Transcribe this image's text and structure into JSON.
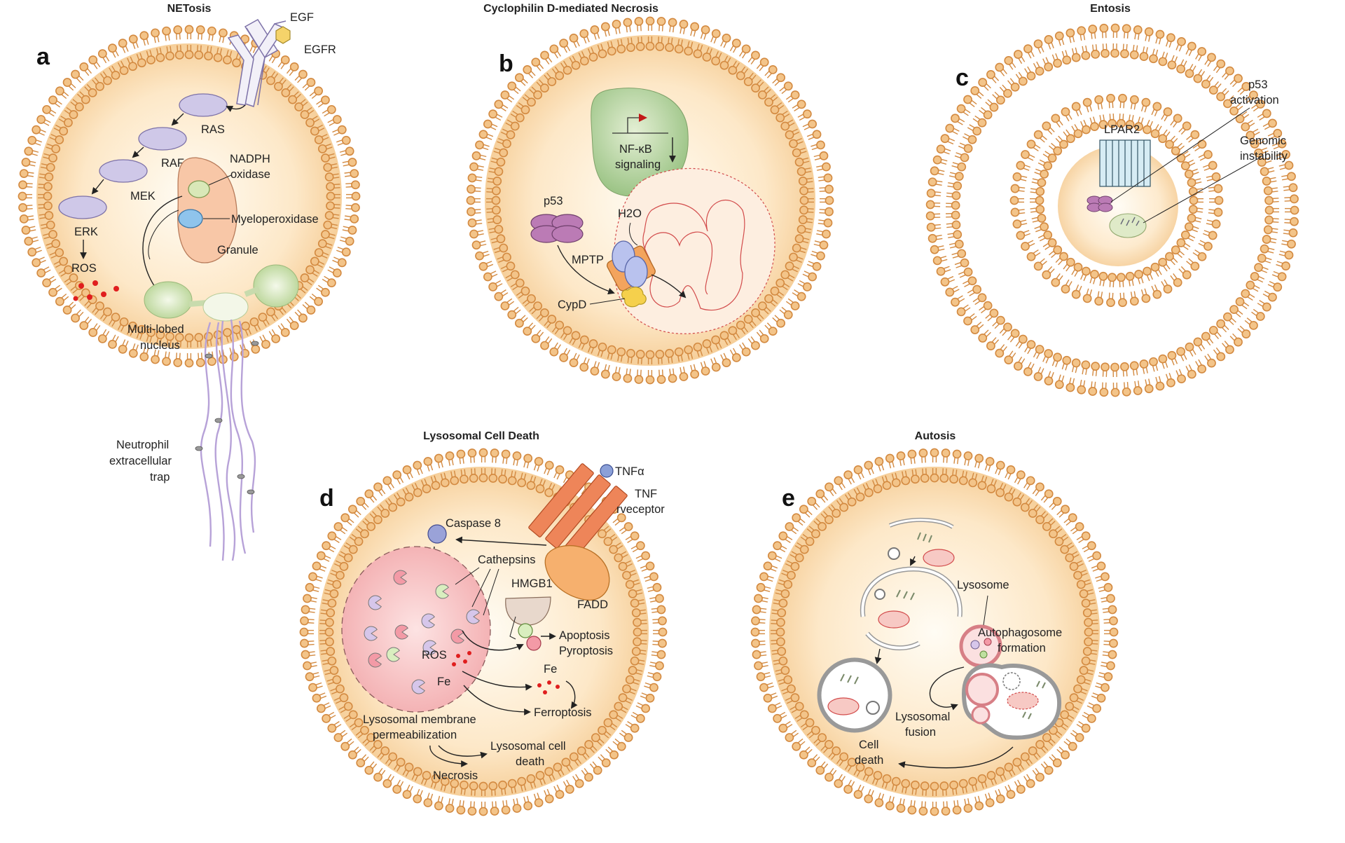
{
  "panels": {
    "a": {
      "letter": "a",
      "title": "NETosis",
      "labels": {
        "egf": "EGF",
        "egfr": "EGFR",
        "ras": "RAS",
        "raf": "RAF",
        "mek": "MEK",
        "erk": "ERK",
        "ros": "ROS",
        "nadph_1": "NADPH",
        "nadph_2": "oxidase",
        "myeloperoxidase": "Myeloperoxidase",
        "granule": "Granule",
        "nucleus_1": "Multi-lobed",
        "nucleus_2": "nucleus",
        "net_1": "Neutrophil",
        "net_2": "extracellular",
        "net_3": "trap"
      }
    },
    "b": {
      "letter": "b",
      "title": "Cyclophilin D-mediated Necrosis",
      "labels": {
        "nfkb_1": "NF-κB",
        "nfkb_2": "signaling",
        "p53": "p53",
        "h2o": "H2O",
        "mptp": "MPTP",
        "cypd": "CypD"
      }
    },
    "c": {
      "letter": "c",
      "title": "Entosis",
      "labels": {
        "lpar2": "LPAR2",
        "p53_1": "p53",
        "p53_2": "activation",
        "genomic_1": "Genomic",
        "genomic_2": "instability"
      }
    },
    "d": {
      "letter": "d",
      "title": "Lysosomal Cell Death",
      "labels": {
        "tnfa": "TNFα",
        "tnf_1": "TNF",
        "tnf_2": "rveceptor",
        "caspase8": "Caspase 8",
        "cathepsins": "Cathepsins",
        "hmgb1": "HMGB1",
        "fadd": "FADD",
        "apoptosis": "Apoptosis",
        "pyroptosis": "Pyroptosis",
        "ros": "ROS",
        "fe_lys": "Fe",
        "fe_out": "Fe",
        "ferroptosis": "Ferroptosis",
        "lmp_1": "Lysosomal membrane",
        "lmp_2": "permeabilization",
        "lcd_1": "Lysosomal cell",
        "lcd_2": "death",
        "necrosis": "Necrosis"
      }
    },
    "e": {
      "letter": "e",
      "title": "Autosis",
      "labels": {
        "lysosome": "Lysosome",
        "auto_1": "Autophagosome",
        "auto_2": "formation",
        "fusion_1": "Lysosomal",
        "fusion_2": "fusion",
        "death_1": "Cell",
        "death_2": "death"
      }
    }
  },
  "colors": {
    "lipid_head": "#d38a41",
    "lipid_head_fill": "#f3c489",
    "cytoplasm_center": "#fffaf0",
    "cytoplasm_edge": "#f8d7a9",
    "kinase_fill": "#cfc8e8",
    "kinase_stroke": "#7d72a8",
    "p53_fill": "#bb7bb5",
    "nucleus_green": "#c2d9a2",
    "mitochondria_red": "#d24b4b",
    "ros_dot": "#e01e1e",
    "tnf_receptor": "#ee8559",
    "lysosome_pink": "#f5a8ad",
    "myeloperoxidase_blue": "#8fc4ec"
  }
}
